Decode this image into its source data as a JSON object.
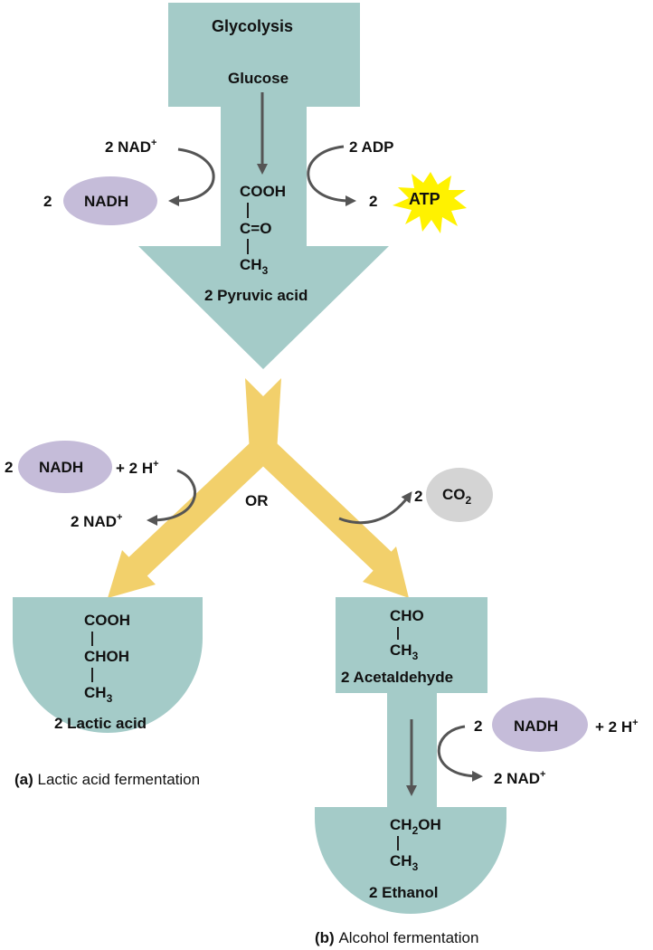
{
  "colors": {
    "teal": "#a4cbc8",
    "yellow": "#f2d06b",
    "nadh_oval": "#c5bcd9",
    "co2_oval": "#d4d4d4",
    "atp_burst": "#fff200",
    "arrow": "#555555"
  },
  "glycolysis": {
    "title": "Glycolysis",
    "glucose": "Glucose",
    "pyruvate": {
      "line1": "COOH",
      "line2": "C=O",
      "line3_main": "CH",
      "line3_sub": "3",
      "name": "2 Pyruvic acid"
    },
    "left_side": {
      "nad_coef": "2 NAD",
      "nad_sup": "+",
      "nadh_coef": "2",
      "nadh": "NADH"
    },
    "right_side": {
      "adp": "2 ADP",
      "atp_coef": "2",
      "atp": "ATP"
    }
  },
  "branch": {
    "or_label": "OR",
    "lactic_inputs": {
      "nadh_coef": "2",
      "nadh": "NADH",
      "h_plus_main": "+ 2 H",
      "h_plus_sup": "+",
      "nad_main": "2 NAD",
      "nad_sup": "+"
    },
    "alcohol_outputs": {
      "co2_coef": "2",
      "co2_main": "CO",
      "co2_sub": "2"
    }
  },
  "lactic": {
    "line1": "COOH",
    "line2": "CHOH",
    "line3_main": "CH",
    "line3_sub": "3",
    "name": "2 Lactic acid",
    "caption_tag": "(a)",
    "caption": "Lactic acid fermentation"
  },
  "acetaldehyde": {
    "line1": "CHO",
    "line2_main": "CH",
    "line2_sub": "3",
    "name": "2 Acetaldehyde"
  },
  "ethanol_step": {
    "nadh_coef": "2",
    "nadh": "NADH",
    "h_plus_main": "+ 2 H",
    "h_plus_sup": "+",
    "nad_main": "2 NAD",
    "nad_sup": "+"
  },
  "ethanol": {
    "line1_main": "CH",
    "line1_sub": "2",
    "line1_tail": "OH",
    "line2_main": "CH",
    "line2_sub": "3",
    "name": "2 Ethanol",
    "caption_tag": "(b)",
    "caption": "Alcohol fermentation"
  }
}
